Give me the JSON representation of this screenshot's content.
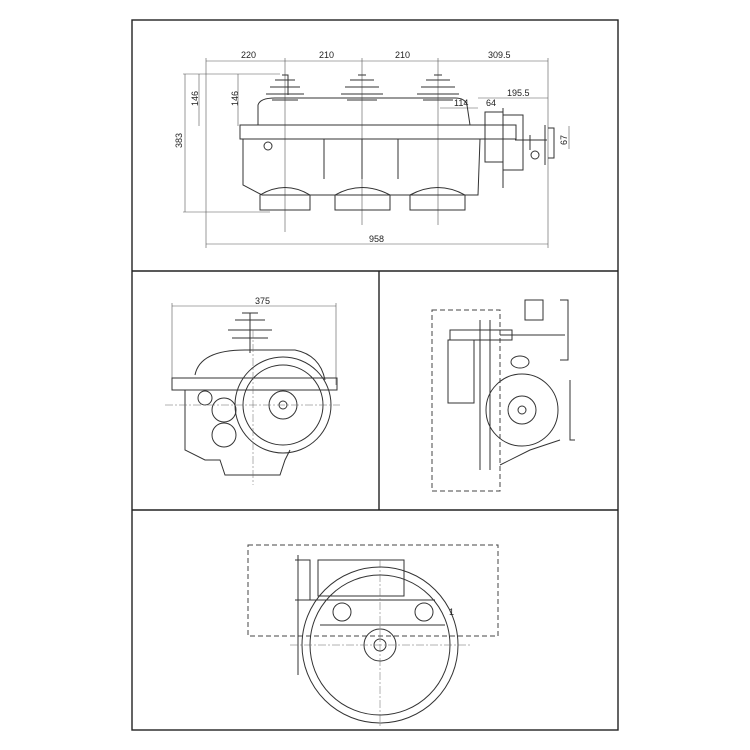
{
  "front_view": {
    "dims": {
      "d220": "220",
      "d210a": "210",
      "d210b": "210",
      "d309": "309.5",
      "d195": "195.5",
      "d114": "114",
      "d64": "64",
      "d146a": "146",
      "d146b": "146",
      "d383": "383",
      "d67": "67",
      "d958": "958"
    }
  },
  "side_view": {
    "dims": {
      "d375": "375"
    }
  },
  "mechanism_view": {},
  "bottom_view": {
    "mark": "1"
  }
}
